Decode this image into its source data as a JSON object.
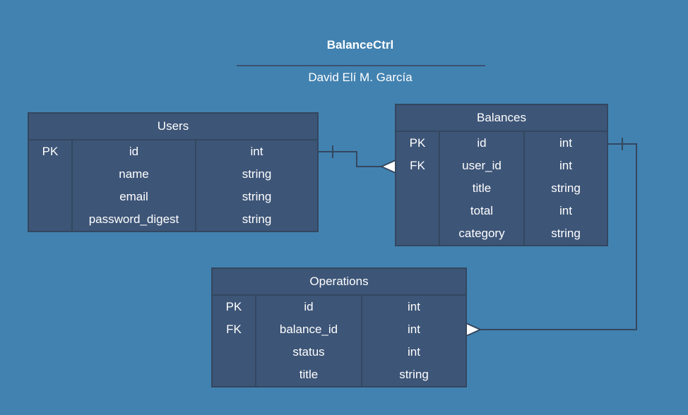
{
  "diagram": {
    "title": "BalanceCtrl",
    "author": "David Elí M. García"
  },
  "entities": {
    "users": {
      "name": "Users",
      "keys": [
        "PK",
        "",
        "",
        ""
      ],
      "fields": [
        "id",
        "name",
        "email",
        "password_digest"
      ],
      "types": [
        "int",
        "string",
        "string",
        "string"
      ]
    },
    "balances": {
      "name": "Balances",
      "keys": [
        "PK",
        "FK",
        "",
        "",
        ""
      ],
      "fields": [
        "id",
        "user_id",
        "title",
        "total",
        "category"
      ],
      "types": [
        "int",
        "int",
        "string",
        "int",
        "string"
      ]
    },
    "operations": {
      "name": "Operations",
      "keys": [
        "PK",
        "FK",
        "",
        ""
      ],
      "fields": [
        "id",
        "balance_id",
        "status",
        "title"
      ],
      "types": [
        "int",
        "int",
        "int",
        "string"
      ]
    }
  },
  "relationships": [
    {
      "from": "Users.id",
      "to": "Balances.user_id",
      "cardinality": "one-to-many"
    },
    {
      "from": "Balances.id",
      "to": "Operations.balance_id",
      "cardinality": "one-to-many"
    }
  ],
  "colors": {
    "background": "#4282b0",
    "entity_fill": "#3d5577",
    "entity_border": "#33475f",
    "text": "#ffffff"
  }
}
